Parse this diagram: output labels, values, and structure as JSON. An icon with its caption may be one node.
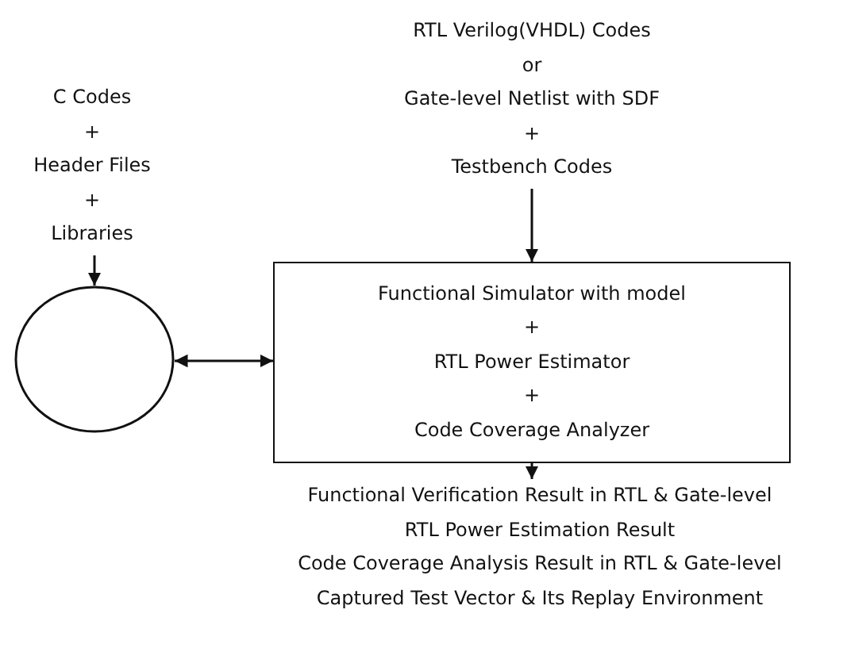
{
  "diagram": {
    "nodes": [
      {
        "text": [
          "C Codes",
          "+",
          "Header Files",
          "+",
          "Libraries"
        ]
      },
      {
        "text": [],
        "shape": "circle"
      },
      {
        "text": [
          "RTL Verilog(VHDL) Codes",
          "or",
          "Gate-level Netlist with SDF",
          "+",
          "Testbench Codes"
        ]
      },
      {
        "text": [
          "Functional Simulator with model",
          "+",
          "RTL Power Estimator",
          "+",
          "Code Coverage Analyzer"
        ]
      },
      {
        "text": [
          "Functional Verification Result in RTL & Gate-level",
          "RTL Power Estimation Result",
          "Code Coverage Analysis Result in RTL & Gate-level",
          "Captured Test Vector & Its Replay Environment"
        ]
      }
    ],
    "edges": [
      {
        "from": 0,
        "to": 1,
        "arrow": "to"
      },
      {
        "from": 1,
        "to": 3,
        "arrow": "both"
      },
      {
        "from": 2,
        "to": 3,
        "arrow": "to"
      },
      {
        "from": 3,
        "to": 4,
        "arrow": "to"
      }
    ]
  }
}
